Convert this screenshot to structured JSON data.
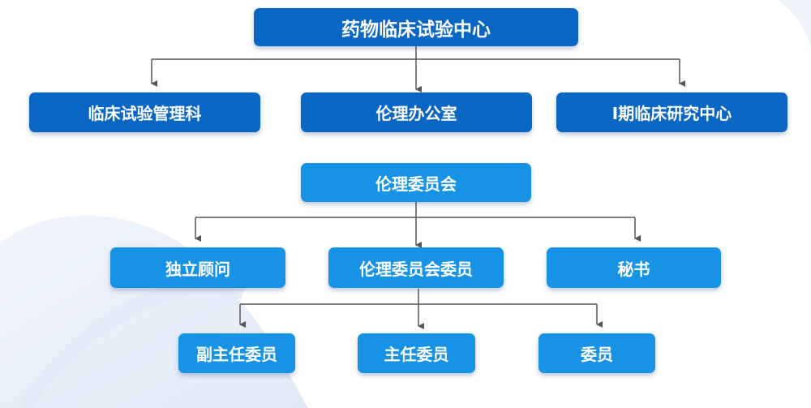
{
  "org_chart": {
    "root": "药物临床试验中心",
    "departments": [
      "临床试验管理科",
      "伦理办公室",
      "I期临床研究中心"
    ],
    "committee": "伦理委员会",
    "committee_children": [
      "独立顾问",
      "伦理委员会委员",
      "秘书"
    ],
    "member_roles": [
      "副主任委员",
      "主任委员",
      "委员"
    ]
  },
  "colors": {
    "primary_box": "#0a66c3",
    "secondary_box": "#1793e6",
    "connector": "#555555",
    "text": "#ffffff"
  }
}
